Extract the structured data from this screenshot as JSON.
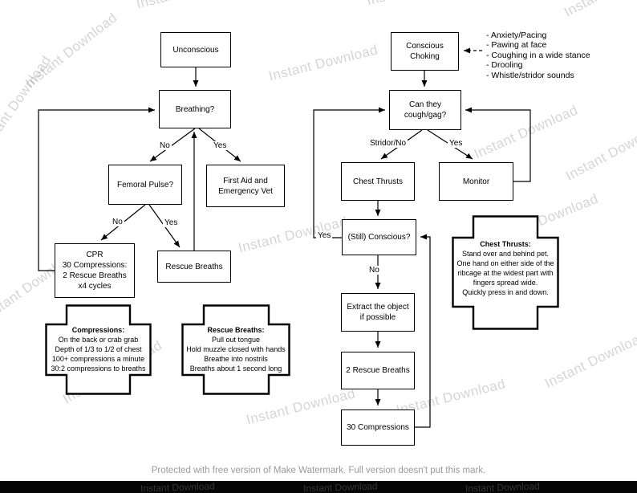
{
  "watermark": {
    "text": "Instant Download"
  },
  "footer": {
    "protected_text": "Protected with free version of Make Watermark. Full version doesn't put this mark."
  },
  "left_flow": {
    "unconscious": "Unconscious",
    "breathing": "Breathing?",
    "femoral_pulse": "Femoral Pulse?",
    "first_aid": "First Aid and\nEmergency Vet",
    "cpr": "CPR\n30 Compressions:\n2 Rescue Breaths\nx4 cycles",
    "rescue_breaths": "Rescue Breaths",
    "labels": {
      "no1": "No",
      "yes1": "Yes",
      "no2": "No",
      "yes2": "Yes"
    }
  },
  "right_flow": {
    "conscious_choking": "Conscious\nChoking",
    "symptoms": "- Anxiety/Pacing\n- Pawing at face\n- Coughing in a wide stance\n- Drooling\n- Whistle/stridor sounds",
    "cough_gag": "Can they\ncough/gag?",
    "chest_thrusts": "Chest Thrusts",
    "monitor": "Monitor",
    "still_conscious": "(Still) Conscious?",
    "extract_object": "Extract the object\nif possible",
    "two_rescue_breaths": "2 Rescue Breaths",
    "thirty_compressions": "30 Compressions",
    "labels": {
      "stridor_no": "Stridor/No",
      "yes_monitor": "Yes",
      "yes_loop": "Yes",
      "no_down": "No"
    }
  },
  "info_boxes": {
    "compressions": {
      "title": "Compressions:",
      "body": "On the back or crab grab\nDepth of 1/3 to 1/2 of chest\n100+ compressions a minute\n30:2 compressions to breaths"
    },
    "rescue_breaths": {
      "title": "Rescue Breaths:",
      "body": "Pull out tongue\nHold muzzle closed with hands\nBreathe into nostrils\nBreaths about 1 second long"
    },
    "chest_thrusts": {
      "title": "Chest Thrusts:",
      "body": "Stand over and behind pet.\nOne hand on either side of the\nribcage at the widest part with\nfingers spread wide.\nQuickly press in and down."
    }
  }
}
